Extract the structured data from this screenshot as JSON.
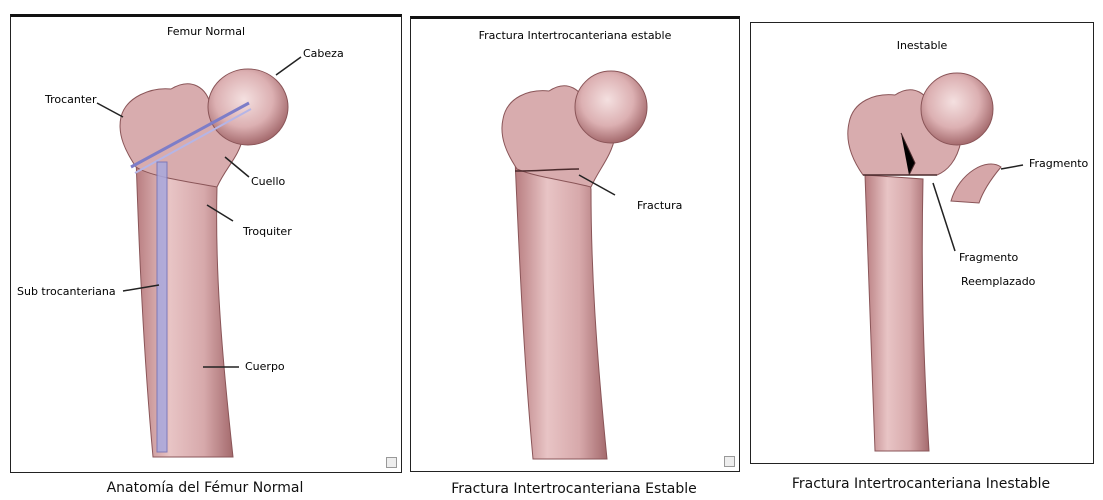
{
  "panels": [
    {
      "title": "Femur Normal",
      "caption": "Anatomía del Fémur Normal",
      "labels": {
        "cabeza": "Cabeza",
        "trocanter": "Trocanter",
        "cuello": "Cuello",
        "troquiter": "Troquiter",
        "sub": "Sub trocanteriana",
        "cuerpo": "Cuerpo"
      }
    },
    {
      "title": "Fractura Intertrocanteriana estable",
      "caption": "Fractura Intertrocanteriana Estable",
      "labels": {
        "fractura": "Fractura"
      }
    },
    {
      "title": "Inestable",
      "caption": "Fractura Intertrocanteriana Inestable",
      "labels": {
        "fragmento": "Fragmento",
        "reemplazado_1": "Fragmento",
        "reemplazado_2": "Reemplazado"
      }
    }
  ],
  "colors": {
    "bone_fill": "#ddb3b5",
    "bone_shadow": "#a86f72",
    "bone_highlight": "#f2dcdc",
    "nail": "#9b9bd6",
    "frame": "#111111"
  }
}
